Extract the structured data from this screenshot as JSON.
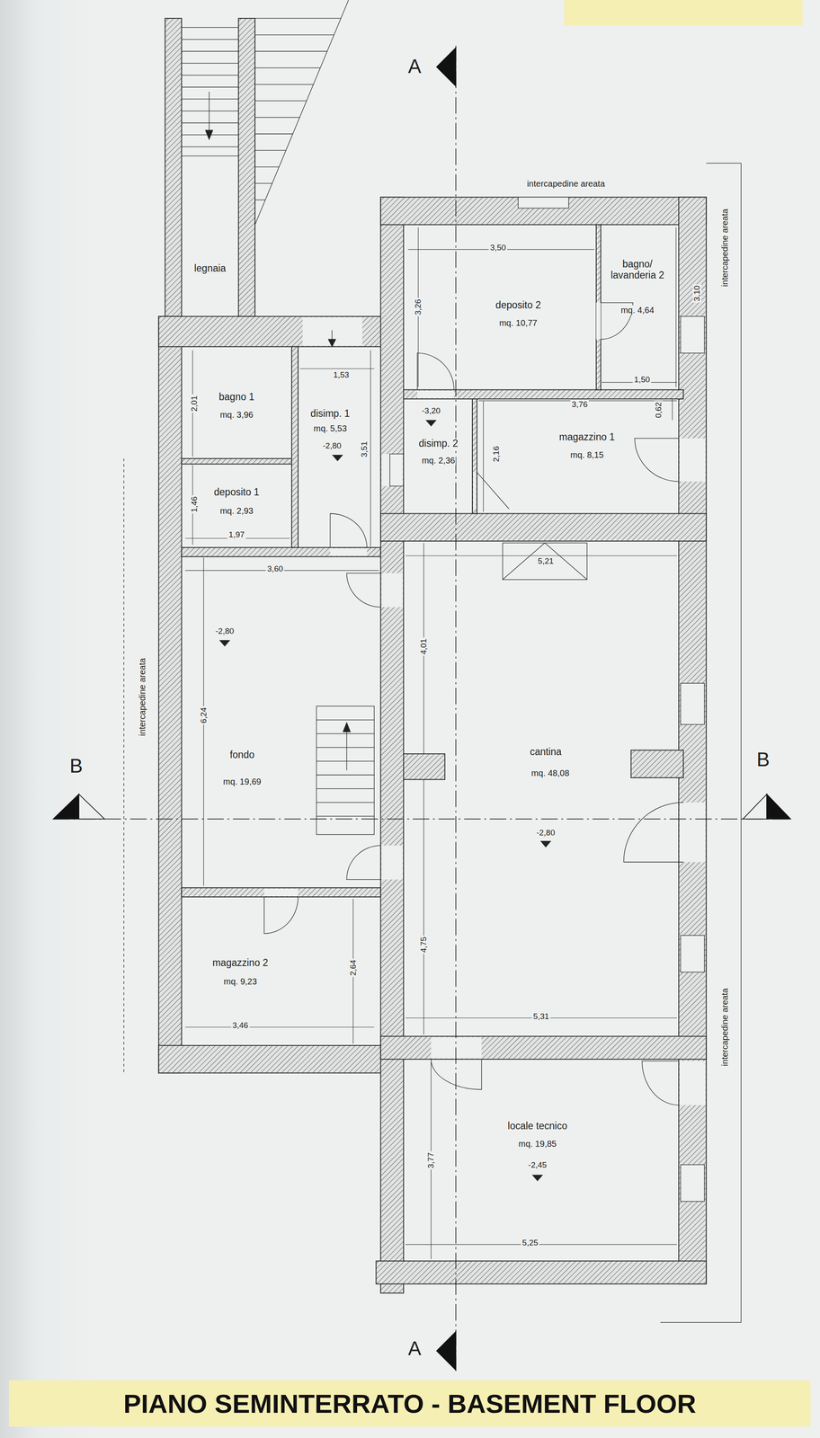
{
  "diagram": {
    "title": "PIANO SEMINTERRATO - BASEMENT FLOOR",
    "nodes": [
      {
        "text": [
          "legnaia"
        ]
      },
      {
        "text": [
          "deposito 2",
          "mq. 10,77"
        ]
      },
      {
        "text": [
          "bagno/ lavanderia 2",
          "mq. 4,64"
        ]
      },
      {
        "text": [
          "bagno 1",
          "mq. 3,96"
        ]
      },
      {
        "text": [
          "disimp. 1",
          "mq. 5,53"
        ]
      },
      {
        "text": [
          "disimp. 2",
          "mq. 2,36"
        ]
      },
      {
        "text": [
          "magazzino 1",
          "mq. 8,15"
        ]
      },
      {
        "text": [
          "deposito 1",
          "mq. 2,93"
        ]
      },
      {
        "text": [
          "fondo",
          "mq. 19,69"
        ]
      },
      {
        "text": [
          "cantina",
          "mq. 48,08"
        ]
      },
      {
        "text": [
          "magazzino 2",
          "mq. 9,23"
        ]
      },
      {
        "text": [
          "locale tecnico",
          "mq. 19,85"
        ]
      }
    ],
    "labels": [
      "A",
      "intercapedine areata",
      "intercapedine areata",
      "3,50",
      "3,26",
      "3,10",
      "1,53",
      "1,50",
      "2,01",
      "3,76",
      "-3,20",
      "0,62",
      "-2,80",
      "3,51",
      "2,16",
      "1,46",
      "1,97",
      "5,21",
      "3,60",
      "-2,80",
      "4,01",
      "intercapedine areata",
      "6,24",
      "B",
      "B",
      "-2,80",
      "4,75",
      "2,64",
      "5,31",
      "3,46",
      "intercapedine areata",
      "-2,45",
      "3,77",
      "5,25",
      "A"
    ]
  }
}
